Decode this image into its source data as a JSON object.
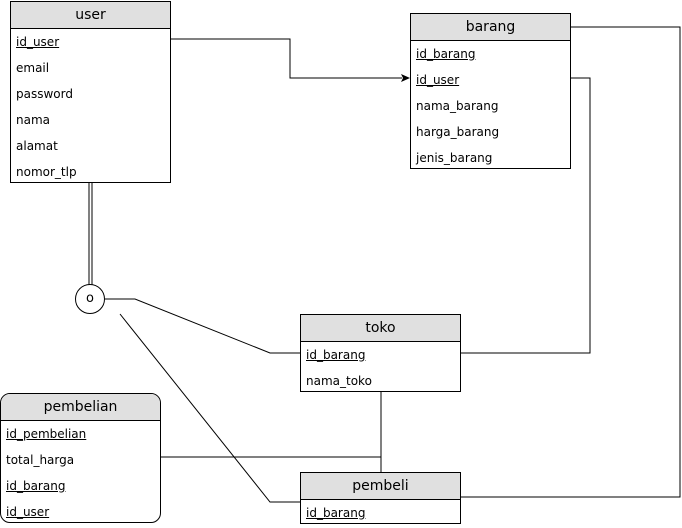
{
  "entities": {
    "user": {
      "title": "user",
      "attributes": [
        "id_user",
        "email",
        "password",
        "nama",
        "alamat",
        "nomor_tlp"
      ]
    },
    "barang": {
      "title": "barang",
      "attributes": [
        "id_barang",
        "id_user",
        "nama_barang",
        "harga_barang",
        "jenis_barang"
      ]
    },
    "toko": {
      "title": "toko",
      "attributes": [
        "id_barang",
        "nama_toko"
      ]
    },
    "pembelian": {
      "title": "pembelian",
      "attributes": [
        "id_pembelian",
        "total_harga",
        "id_barang",
        "id_user"
      ]
    },
    "pembeli": {
      "title": "pembeli",
      "attributes": [
        "id_barang"
      ]
    }
  },
  "relationship_symbol": "o",
  "colors": {
    "header_fill": "#e0e0e0",
    "line": "#000000",
    "background": "#ffffff"
  }
}
